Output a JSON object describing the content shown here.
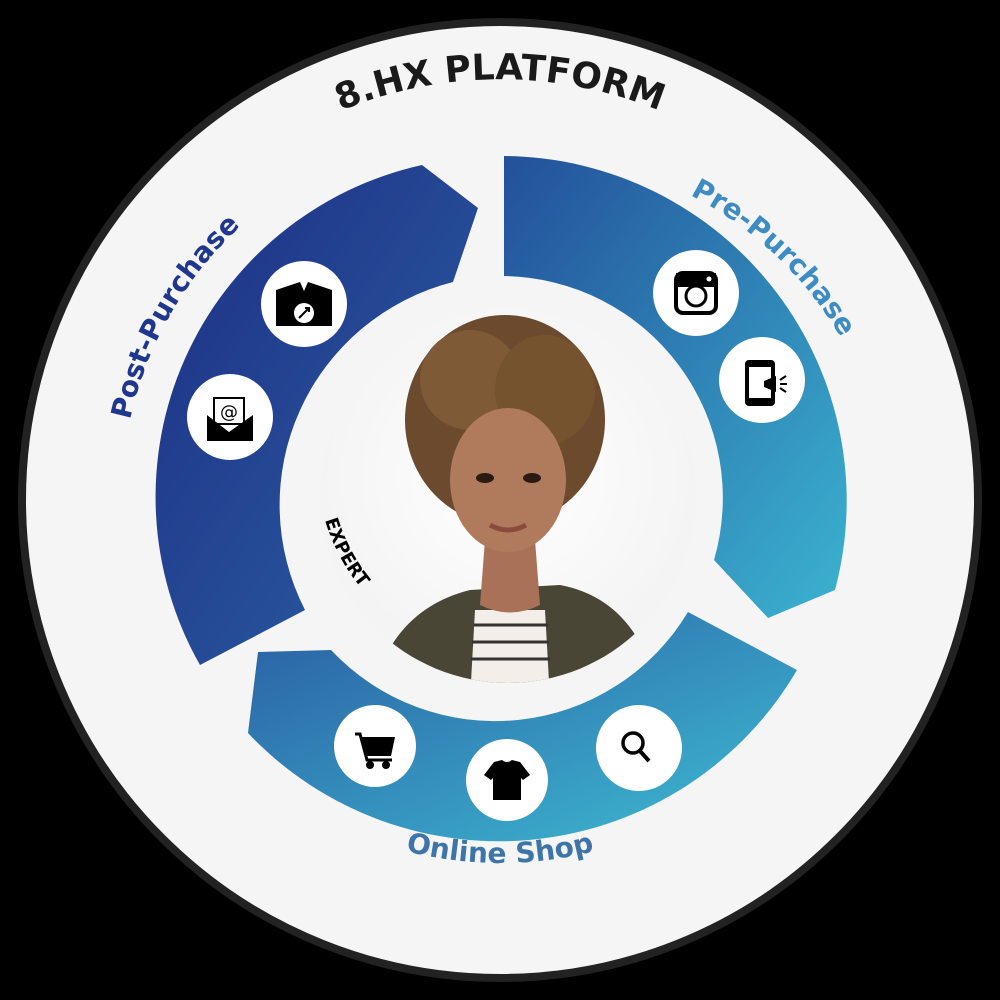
{
  "title": "8.HX PLATFORM",
  "center": {
    "role_label": "EXPERT",
    "avatar_description": "portrait-photo"
  },
  "segments": [
    {
      "id": "post-purchase",
      "label": "Post-Purchase",
      "label_color": "#20378F",
      "icons": [
        "return-box-icon",
        "email-icon"
      ]
    },
    {
      "id": "pre-purchase",
      "label": "Pre-Purchase",
      "label_color": "#3D8DC4",
      "icons": [
        "instagram-icon",
        "mobile-ad-icon"
      ]
    },
    {
      "id": "online-shop",
      "label": "Online Shop",
      "label_color": "#3E75A8",
      "icons": [
        "cart-icon",
        "tshirt-icon",
        "search-icon"
      ]
    }
  ],
  "colors": {
    "background": "#000000",
    "disc": "#F5F5F5",
    "disc_border": "#222222",
    "gradient_start": "#1F2F86",
    "gradient_mid": "#2C6AA8",
    "gradient_end": "#3CB8D2",
    "title": "#1A1A1A"
  }
}
